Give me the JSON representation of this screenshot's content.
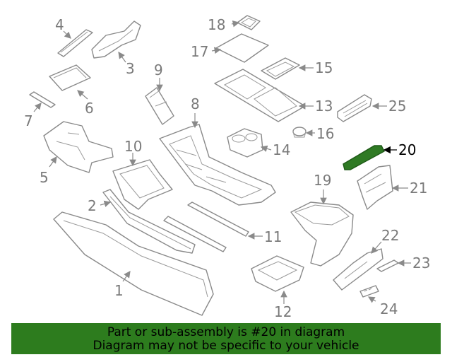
{
  "callouts": {
    "c1": "1",
    "c2": "2",
    "c3": "3",
    "c4": "4",
    "c5": "5",
    "c6": "6",
    "c7": "7",
    "c8": "8",
    "c9": "9",
    "c10": "10",
    "c11": "11",
    "c12": "12",
    "c13": "13",
    "c14": "14",
    "c15": "15",
    "c16": "16",
    "c17": "17",
    "c18": "18",
    "c19": "19",
    "c20": "20",
    "c21": "21",
    "c22": "22",
    "c23": "23",
    "c24": "24",
    "c25": "25"
  },
  "highlight": {
    "part_number": "20",
    "color": "#2f7a24"
  },
  "banner": {
    "line1": "Part or sub-assembly is #20 in diagram",
    "line2": "Diagram may not be specific to your vehicle",
    "background": "#2d7c1e"
  }
}
